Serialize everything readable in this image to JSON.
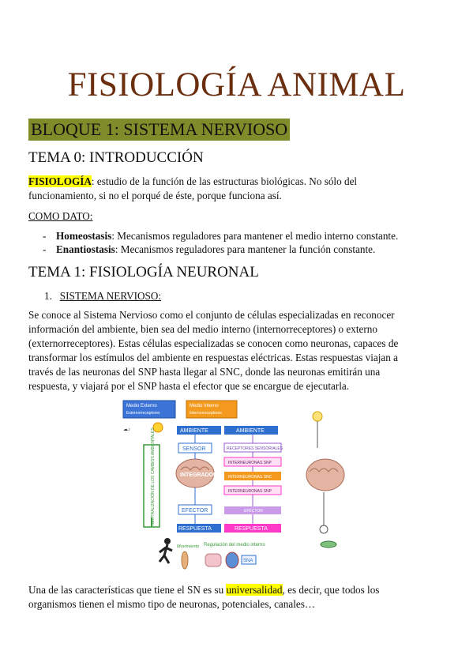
{
  "title": "FISIOLOGÍA ANIMAL",
  "block": "BLOQUE 1: SISTEMA NERVIOSO",
  "tema0": {
    "heading": "TEMA 0: INTRODUCCIÓN",
    "term": "FISIOLOGÍA",
    "line1_rest": ": estudio de la función de las estructuras biológicas. No sólo del",
    "line2": "funcionamiento, si no el porqué de éste, porque funciona así.",
    "como_dato": "COMO DATO:",
    "bullets": [
      {
        "term": "Homeostasis",
        "text": ": Mecanismos reguladores para mantener el medio interno constante."
      },
      {
        "term": "Enantiostasis",
        "text": ": Mecanismos reguladores para mantener la función constante."
      }
    ]
  },
  "tema1": {
    "heading": "TEMA 1: FISIOLOGÍA NEURONAL",
    "item_number": "1.",
    "item_label": "SISTEMA NERVIOSO:",
    "paragraph_lines": [
      "Se conoce al Sistema Nervioso como el conjunto de células especializadas en reconocer",
      "información del ambiente, bien sea del medio interno (internorreceptores) o externo",
      "(externorreceptores). Estas células especializadas se conocen como neuronas, capaces de",
      "transformar los estímulos del ambiente en respuestas eléctricas. Estas respuestas viajan a",
      "través de las neuronas del SNP hasta llegar al SNC, donde las neuronas emitirán una",
      "respuesta, y viajará por el SNP hasta el efector que se encargue de ejecutarla."
    ],
    "closing_pre": "Una de las características que tiene el SN es su ",
    "closing_hl": "universalidad",
    "closing_post": ", es decir, que todos los",
    "closing_line2": "organismos tienen el mismo tipo de neuronas, potenciales, canales…"
  },
  "figure": {
    "medio_externo": "Medio Externo",
    "externorreceptores": "Externorreceptores",
    "medio_interno": "Medio Interno",
    "internorreceptores": "Internorreceptores",
    "ambiente_left": "AMBIENTE",
    "ambiente_right": "AMBIENTE",
    "sensor": "SENSOR",
    "integrador": "INTEGRADOR",
    "efector_left": "EFECTOR",
    "respuesta_left": "RESPUESTA",
    "receptores": "RECEPTORES SENSORIALES",
    "intern_snp1": "INTERNEURONAS SNP",
    "intern_snc": "INTERNEURONAS SNC",
    "intern_snp2": "INTERNEURONAS SNP",
    "efector_right": "EFECTOR",
    "respuesta_right": "RESPUESTA",
    "vertical_label": "NEUTRALIZACIÓN DE LOS CAMBIOS AMBIENTALES",
    "movimiento": "Movimiento",
    "regulacion": "Regulación del medio interno",
    "sna": "SNA",
    "colors": {
      "blue": "#2f6fd0",
      "orange": "#f39a1e",
      "pink": "#ff39c8",
      "green": "#3a9a3a"
    }
  }
}
